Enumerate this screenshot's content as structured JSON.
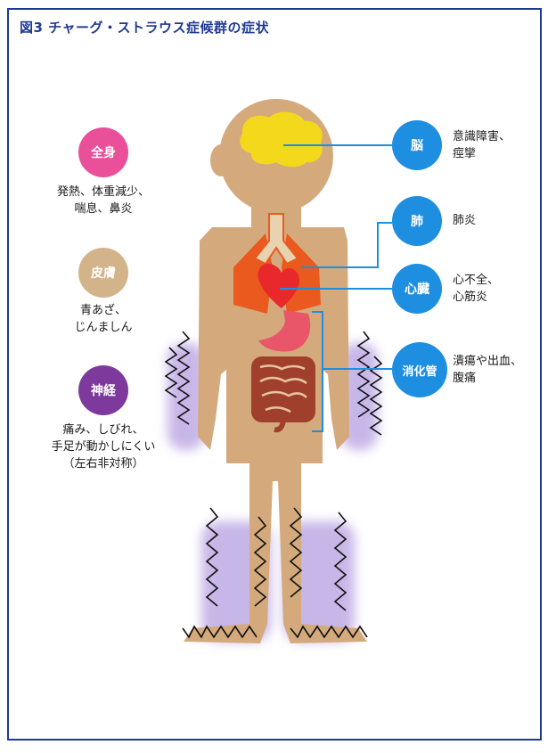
{
  "title": "図3  チャーグ・ストラウス症候群の症状",
  "colors": {
    "frame": "#1f3a93",
    "organ_circle": "#1e8fe0",
    "whole_body": "#ea4f9a",
    "skin": "#d3b38a",
    "nerve": "#7d3a9c",
    "body": "#d4aa7d",
    "brain": "#f4d81c",
    "lung": "#ea5a1f",
    "heart": "#e8282a",
    "stomach": "#e9566a",
    "intestine": "#a0402c"
  },
  "left": {
    "whole_body": {
      "label": "全身",
      "lines": [
        "発熱、体重減少、",
        "喘息、鼻炎"
      ]
    },
    "skin": {
      "label": "皮膚",
      "lines": [
        "青あざ、",
        "じんましん"
      ]
    },
    "nerve": {
      "label": "神経",
      "lines": [
        "痛み、しびれ、",
        "手足が動かしにくい",
        "（左右非対称）"
      ]
    }
  },
  "right": {
    "brain": {
      "label": "脳",
      "lines": [
        "意識障害、",
        "痙攣"
      ]
    },
    "lung": {
      "label": "肺",
      "lines": [
        "肺炎"
      ]
    },
    "heart": {
      "label": "心臓",
      "lines": [
        "心不全、",
        "心筋炎"
      ]
    },
    "digestive": {
      "label": "消化管",
      "lines": [
        "潰瘍や出血、",
        "腹痛"
      ]
    }
  }
}
